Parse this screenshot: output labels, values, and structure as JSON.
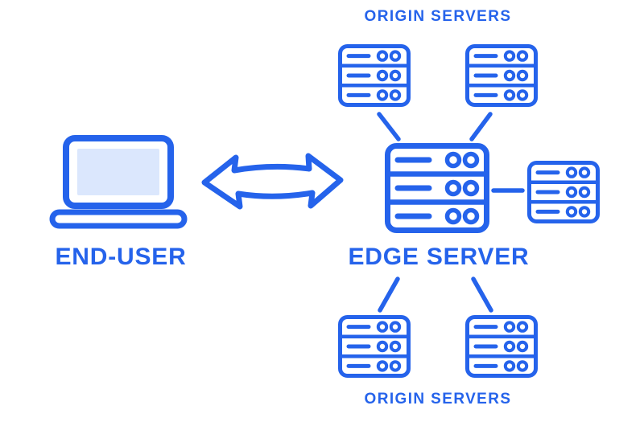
{
  "diagram": {
    "type": "cdn-architecture",
    "labels": {
      "end_user": "END-USER",
      "edge_server": "EDGE SERVER",
      "origin_servers_top": "ORIGIN SERVERS",
      "origin_servers_bottom": "ORIGIN SERVERS"
    },
    "colors": {
      "accent": "#2563eb",
      "laptop_screen_fill": "#dbe7fd",
      "background": "#ffffff"
    },
    "nodes": [
      {
        "id": "end-user",
        "kind": "laptop",
        "label": "END-USER"
      },
      {
        "id": "edge-server",
        "kind": "server-large",
        "label": "EDGE SERVER"
      },
      {
        "id": "origin-top-left",
        "kind": "server-small",
        "group_label": "ORIGIN SERVERS"
      },
      {
        "id": "origin-top-right",
        "kind": "server-small",
        "group_label": "ORIGIN SERVERS"
      },
      {
        "id": "origin-right",
        "kind": "server-small",
        "group_label": ""
      },
      {
        "id": "origin-bottom-left",
        "kind": "server-small",
        "group_label": "ORIGIN SERVERS"
      },
      {
        "id": "origin-bottom-right",
        "kind": "server-small",
        "group_label": "ORIGIN SERVERS"
      }
    ],
    "edges": [
      {
        "from": "end-user",
        "to": "edge-server",
        "style": "double-headed-arrow"
      },
      {
        "from": "edge-server",
        "to": "origin-top-left",
        "style": "line"
      },
      {
        "from": "edge-server",
        "to": "origin-top-right",
        "style": "line"
      },
      {
        "from": "edge-server",
        "to": "origin-right",
        "style": "line"
      },
      {
        "from": "edge-server",
        "to": "origin-bottom-left",
        "style": "line"
      },
      {
        "from": "edge-server",
        "to": "origin-bottom-right",
        "style": "line"
      }
    ]
  }
}
